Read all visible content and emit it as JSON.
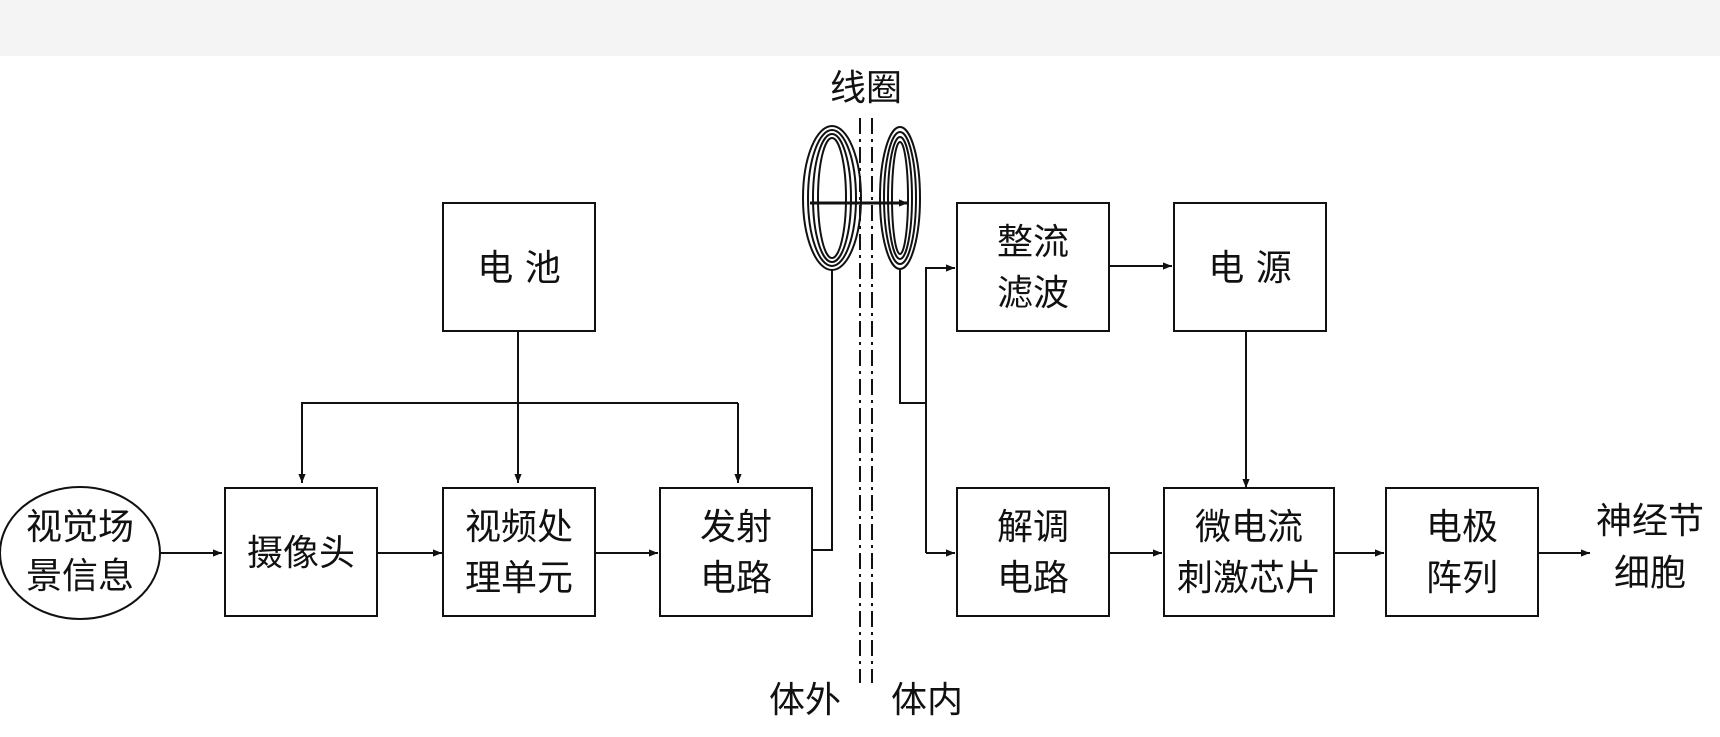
{
  "diagram": {
    "coil_label": "线圈",
    "outside_label": "体外",
    "inside_label": "体内",
    "nodes": {
      "scene": [
        "视觉场",
        "景信息"
      ],
      "camera": [
        "摄像头"
      ],
      "battery": [
        "电 池"
      ],
      "video": [
        "视频处",
        "理单元"
      ],
      "transmit": [
        "发射",
        "电路"
      ],
      "rectify": [
        "整流",
        "滤波"
      ],
      "power": [
        "电 源"
      ],
      "demod": [
        "解调",
        "电路"
      ],
      "chip": [
        "微电流",
        "刺激芯片"
      ],
      "electrode": [
        "电极",
        "阵列"
      ],
      "neuron": [
        "神经节",
        "细胞"
      ]
    }
  }
}
